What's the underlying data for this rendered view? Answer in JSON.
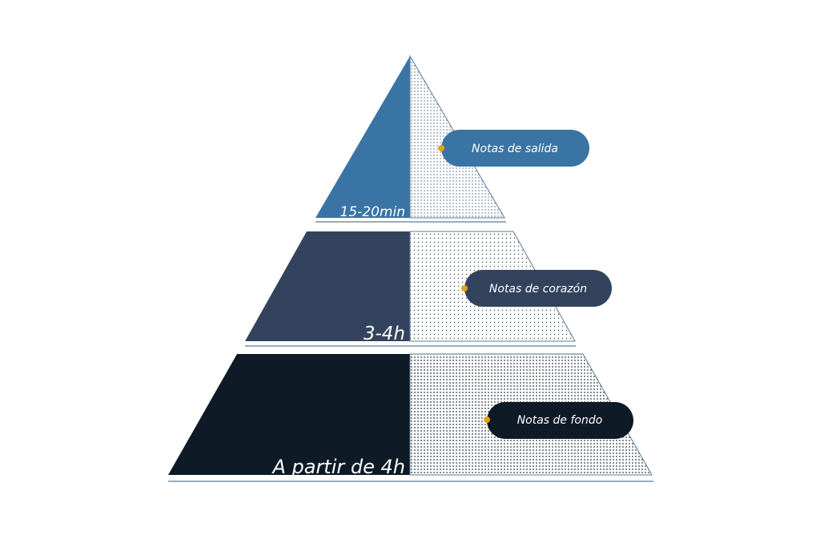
{
  "tiers": [
    {
      "time_label": "15-20min",
      "tag_label": "Notas de salida",
      "color": "#3a74a4"
    },
    {
      "time_label": "3-4h",
      "tag_label": "Notas de corazón",
      "color": "#33435d"
    },
    {
      "time_label": "A partir de 4h",
      "tag_label": "Notas de fondo",
      "color": "#0e1a25"
    }
  ],
  "connector_dot_color": "#e3a21a",
  "outline_color": "#5b7c98"
}
